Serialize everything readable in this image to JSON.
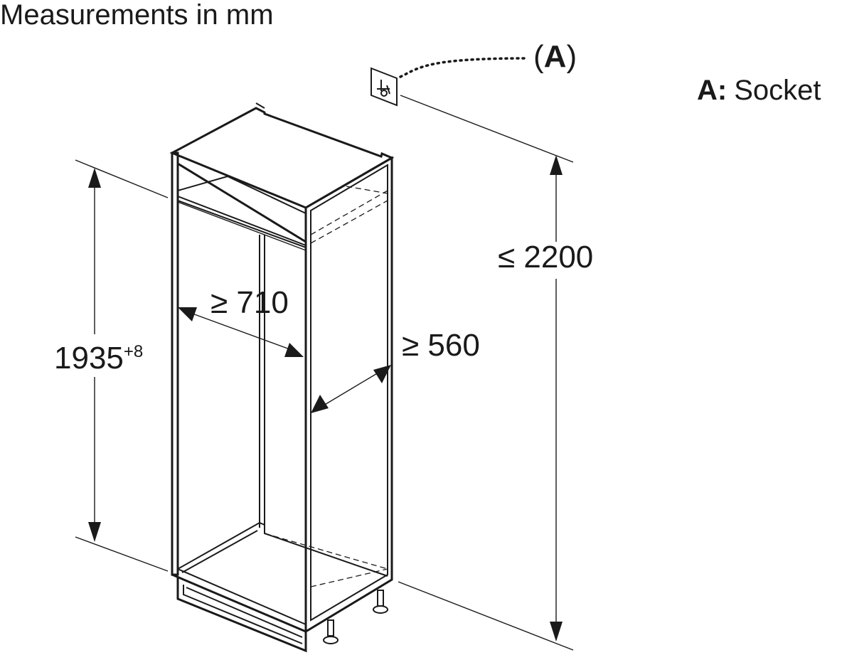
{
  "title": "Measurements in mm",
  "dimensions": {
    "cabinet_height": "1935",
    "cabinet_height_tolerance": "+8",
    "total_height": "≤ 2200",
    "width": "≥ 710",
    "depth": "≥ 560"
  },
  "callout": {
    "open": "(",
    "letter": "A",
    "close": ")"
  },
  "legend": {
    "key": "A:",
    "label": "Socket"
  },
  "icons": {
    "socket": "socket-icon"
  }
}
